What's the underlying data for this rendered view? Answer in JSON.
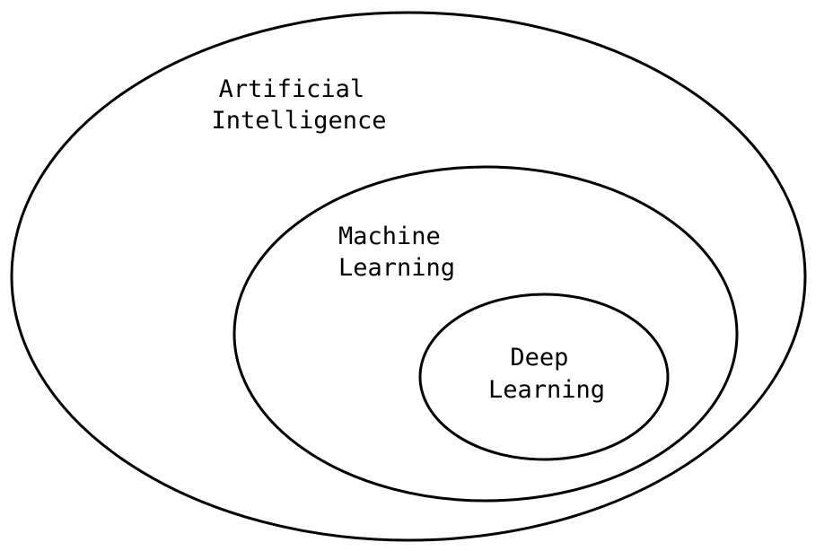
{
  "diagram": {
    "outer": {
      "line1": "Artificial",
      "line2": "Intelligence"
    },
    "middle": {
      "line1": "Machine",
      "line2": "Learning"
    },
    "inner": {
      "line1": "Deep",
      "line2": "Learning"
    },
    "colors": {
      "stroke": "#000000",
      "background": "#ffffff",
      "text": "#000000"
    }
  }
}
